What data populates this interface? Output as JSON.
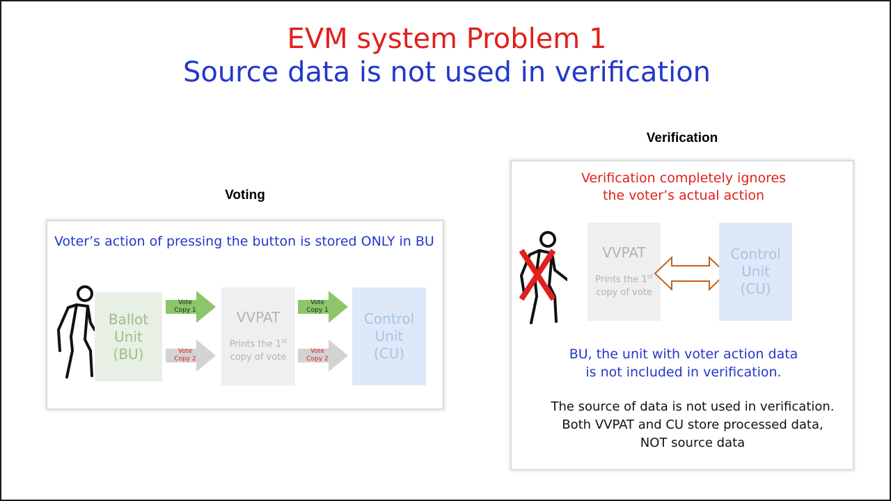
{
  "title": {
    "line1": "EVM system Problem 1",
    "line2": "Source data is not used in verification"
  },
  "voting": {
    "heading": "Voting",
    "note": "Voter’s action of pressing the button is stored ONLY in BU",
    "ballot_unit": [
      "Ballot",
      "Unit",
      "(BU)"
    ],
    "vvpat": {
      "title": "VVPAT",
      "sub_line1_prefix": "Prints the 1",
      "sub_line1_sup": "st",
      "sub_line2": "copy of vote"
    },
    "control_unit": [
      "Control",
      "Unit",
      "(CU)"
    ],
    "arrows": {
      "copy1": [
        "Vote",
        "Copy 1"
      ],
      "copy2": [
        "Vote",
        "Copy 2"
      ]
    }
  },
  "verification": {
    "heading": "Verification",
    "red_note": [
      "Verification completely ignores",
      "the voter’s actual action"
    ],
    "vvpat": {
      "title": "VVPAT",
      "sub_line1_prefix": "Prints the 1",
      "sub_line1_sup": "st",
      "sub_line2": "copy of vote"
    },
    "control_unit": [
      "Control",
      "Unit",
      "(CU)"
    ],
    "blue_note": [
      "BU, the unit with voter action data",
      "is not included in verification."
    ],
    "black_note": [
      "The source of data is not used in verification.",
      "Both VVPAT and CU store processed data,",
      "NOT source data"
    ]
  },
  "colors": {
    "title_red": "#e0201c",
    "title_blue": "#2238c9",
    "arrow_green": "#8cc56a",
    "arrow_gray": "#d3d3d3",
    "double_arrow": "#c5601a",
    "cross_red": "#e0201c"
  },
  "icons": {
    "voter": "walking-person-icon",
    "cross": "red-x-icon",
    "double_arrow": "double-arrow-icon"
  }
}
